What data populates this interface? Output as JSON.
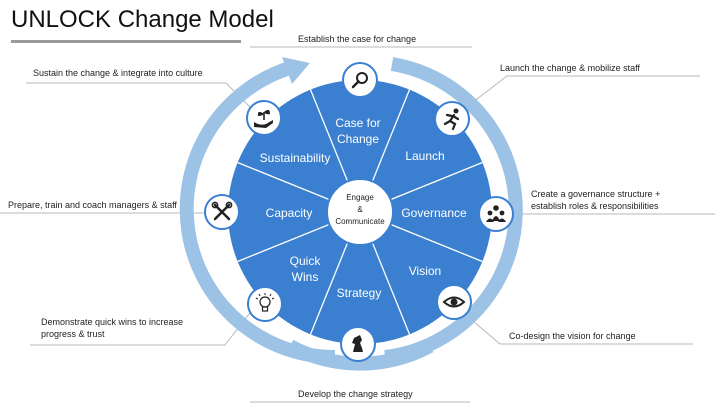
{
  "title": "UNLOCK Change Model",
  "center": {
    "line1": "Engage",
    "line2": "&",
    "line3": "Communicate"
  },
  "segments": [
    {
      "id": "case",
      "line1": "Case for",
      "line2": "Change"
    },
    {
      "id": "launch",
      "line1": "Launch"
    },
    {
      "id": "governance",
      "line1": "Governance"
    },
    {
      "id": "vision",
      "line1": "Vision"
    },
    {
      "id": "strategy",
      "line1": "Strategy"
    },
    {
      "id": "quickwins",
      "line1": "Quick",
      "line2": "Wins"
    },
    {
      "id": "capacity",
      "line1": "Capacity"
    },
    {
      "id": "sustainability",
      "line1": "Sustainability"
    }
  ],
  "icons": {
    "case": "magnifier-icon",
    "launch": "runner-icon",
    "governance": "people-icon",
    "vision": "eye-icon",
    "strategy": "chess-knight-icon",
    "quickwins": "lightbulb-icon",
    "capacity": "tools-icon",
    "sustainability": "plant-hand-icon"
  },
  "annotations": {
    "case": "Establish the case for change",
    "launch": "Launch the change & mobilize staff",
    "governance_1": "Create a governance structure +",
    "governance_2": "establish roles & responsibilities",
    "vision": "Co-design the vision for change",
    "strategy": "Develop the change strategy",
    "quickwins_1": "Demonstrate quick wins to increase",
    "quickwins_2": "progress & trust",
    "capacity": "Prepare, train and coach managers & staff",
    "sustainability": "Sustain the change & integrate into culture"
  },
  "colors": {
    "wheel": "#3a7fd0",
    "ring": "#9cc3e6",
    "divider": "#ffffff",
    "icon": "#222222",
    "lines": "#b8b8b8"
  }
}
